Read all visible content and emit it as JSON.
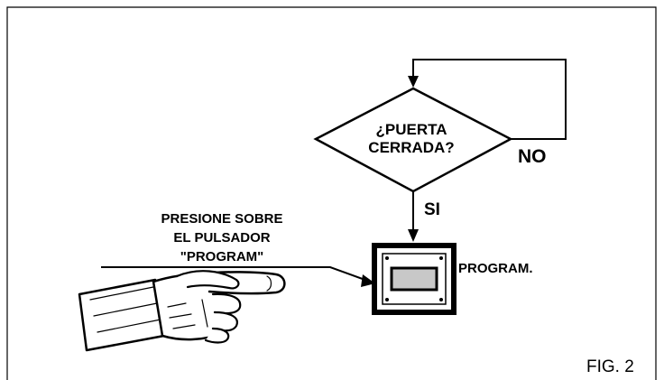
{
  "diagram": {
    "decision_line1": "¿PUERTA",
    "decision_line2": "CERRADA?",
    "no_label": "NO",
    "si_label": "SI",
    "instruction_line1": "PRESIONE SOBRE",
    "instruction_line2": "EL PULSADOR",
    "instruction_line3": "\"PROGRAM\"",
    "button_label": "PROGRAM.",
    "figure_label": "FIG. 2"
  }
}
